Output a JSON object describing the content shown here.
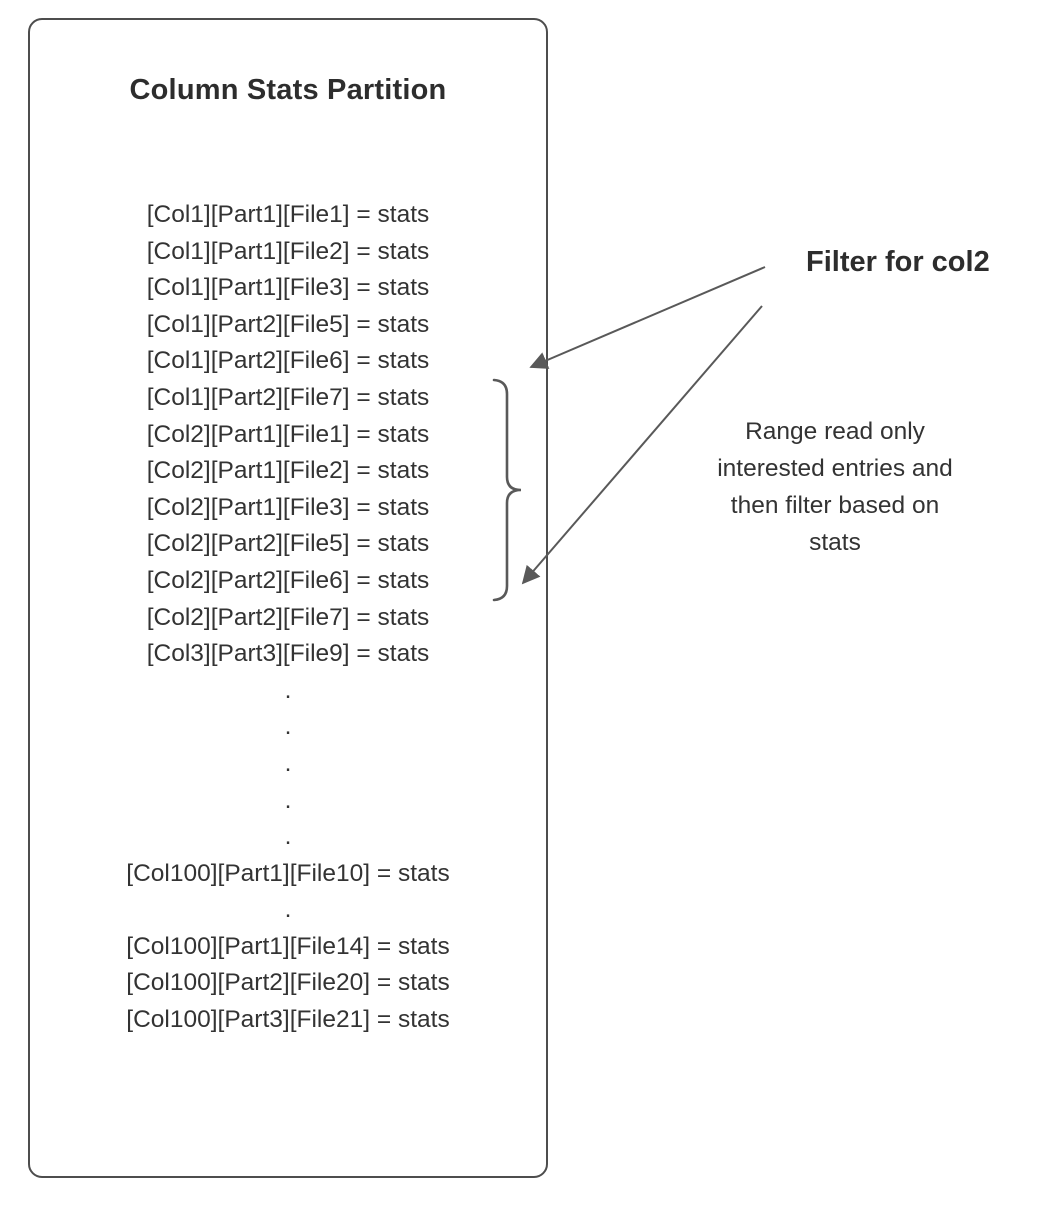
{
  "diagram": {
    "box": {
      "title": "Column Stats Partition",
      "entries": [
        "[Col1][Part1][File1] = stats",
        "[Col1][Part1][File2] = stats",
        "[Col1][Part1][File3] = stats",
        "[Col1][Part2][File5] = stats",
        "[Col1][Part2][File6] = stats",
        "[Col1][Part2][File7] = stats",
        "[Col2][Part1][File1] = stats",
        "[Col2][Part1][File2] = stats",
        "[Col2][Part1][File3] = stats",
        "[Col2][Part2][File5] = stats",
        "[Col2][Part2][File6] = stats",
        "[Col2][Part2][File7] = stats",
        "[Col3][Part3][File9] = stats",
        ".",
        ".",
        ".",
        ".",
        ".",
        "[Col100][Part1][File10] = stats",
        ".",
        "[Col100][Part1][File14] = stats",
        "[Col100][Part2][File20] = stats",
        "[Col100][Part3][File21] = stats"
      ]
    },
    "annotations": {
      "filter_label": "Filter for col2",
      "range_note_lines": [
        "Range read only",
        "interested entries and",
        "then filter based on",
        "stats"
      ]
    },
    "colors": {
      "box_border": "#4d4d4d",
      "text": "#333333",
      "arrow": "#595959",
      "brace": "#595959"
    }
  }
}
